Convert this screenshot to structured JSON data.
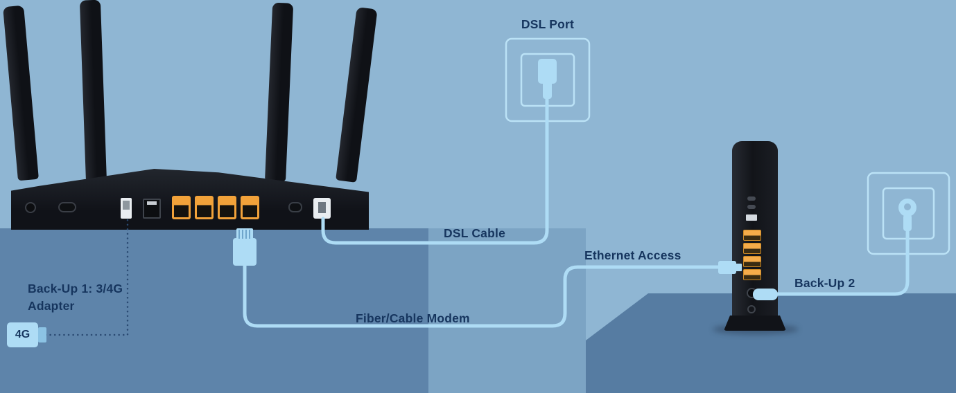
{
  "labels": {
    "dsl_port": "DSL Port",
    "dsl_cable": "DSL Cable",
    "ethernet_access": "Ethernet Access",
    "fiber_cable_modem": "Fiber/Cable Modem",
    "backup_1": "Back-Up 1: 3/4G Adapter",
    "backup_2": "Back-Up 2",
    "adapter_badge": "4G"
  },
  "colors": {
    "background_light": "#8FB6D3",
    "surface_left": "#5E84AA",
    "surface_middle": "#7CA4C4",
    "surface_right": "#567CA2",
    "cable_accent": "#AEDCF5",
    "wall_box_outline": "#BBE2F6",
    "label_text": "#16355E",
    "device_body": "#15171D",
    "ethernet_port_orange": "#F2A23A"
  },
  "devices": {
    "router": {
      "antenna_count": 4,
      "lan_port_count": 4
    },
    "modem": {
      "lan_port_count": 4
    }
  },
  "icons": {
    "dsl_wall_port": "nested rounded squares with DSL plug",
    "phone_wall_port": "nested rounded squares with round phone plug",
    "ethernet_connector": "RJ45 plug",
    "usb_4g_adapter": "4G USB dongle"
  }
}
